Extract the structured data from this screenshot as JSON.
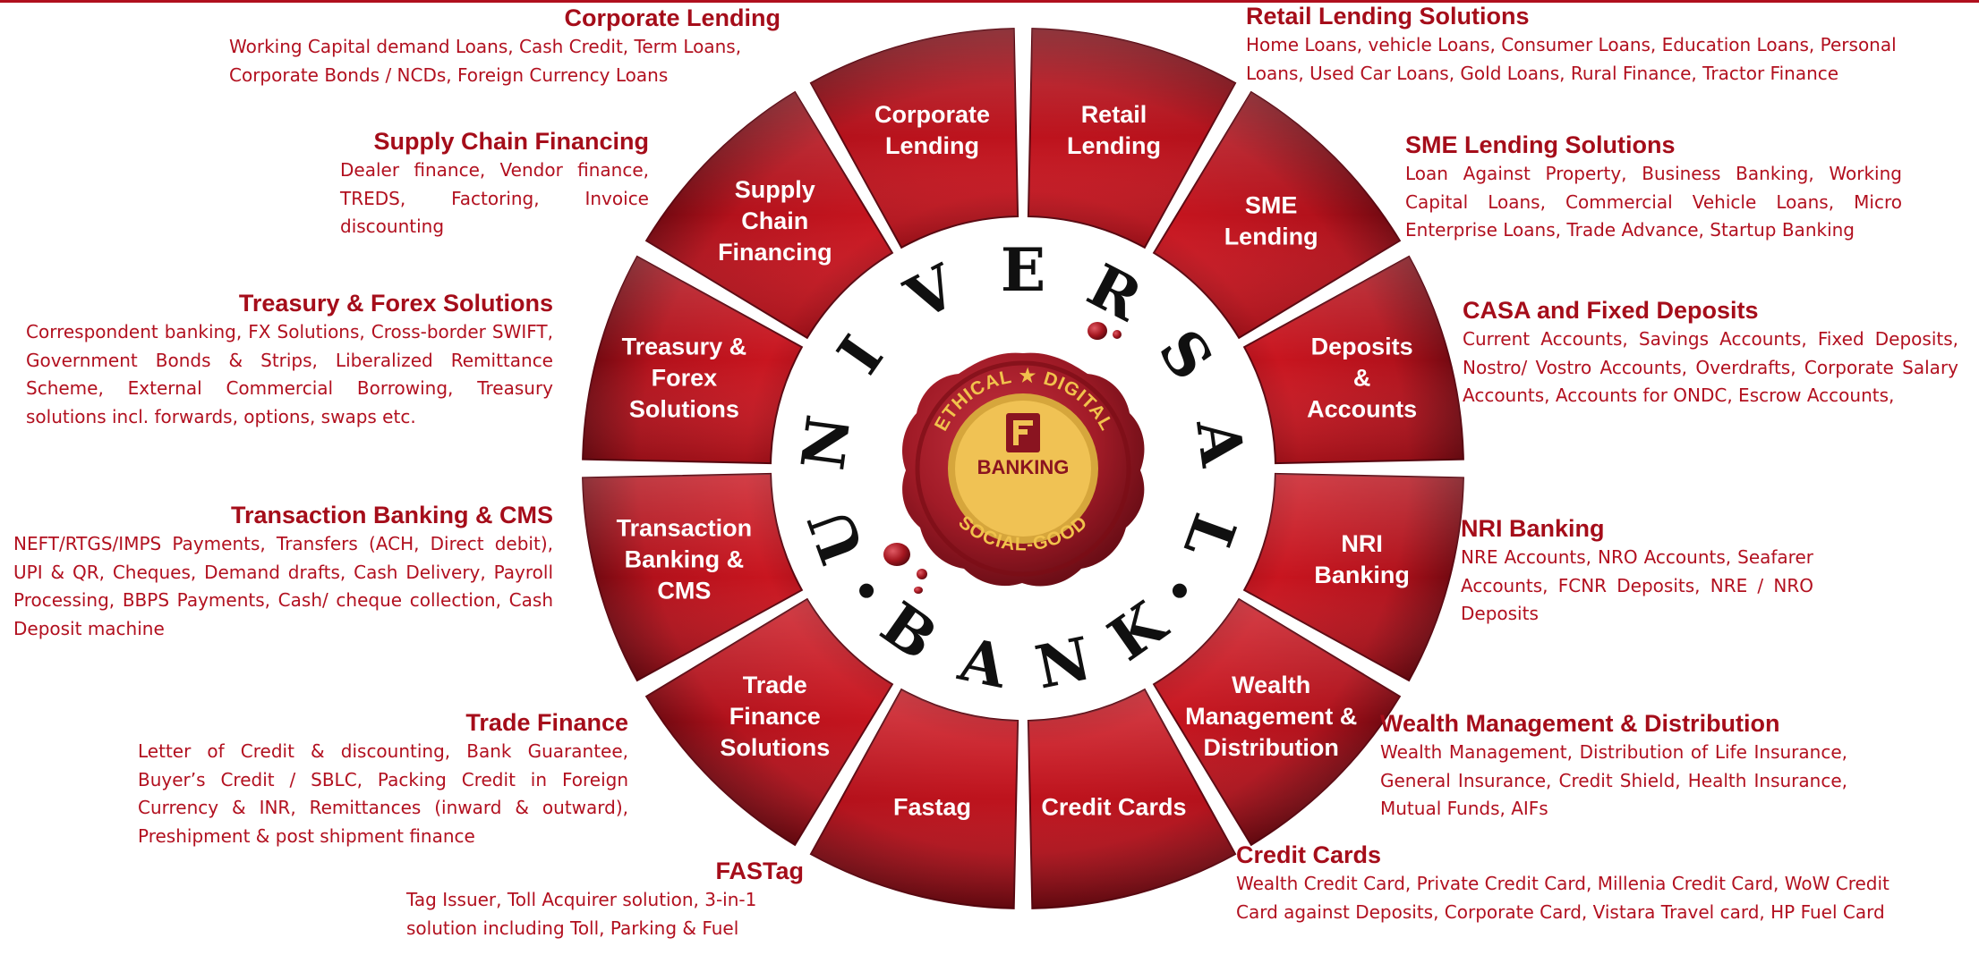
{
  "wheel": {
    "ring_word": "UNIVERSAL",
    "inner_word": "BANK",
    "segments": [
      "Retail\nLending",
      "SME\nLending",
      "Deposits\n&\nAccounts",
      "NRI\nBanking",
      "Wealth\nManagement &\nDistribution",
      "Credit Cards",
      "Fastag",
      "Trade\nFinance\nSolutions",
      "Transaction\nBanking &\nCMS",
      "Treasury &\nForex\nSolutions",
      "Supply\nChain\nFinancing",
      "Corporate\nLending"
    ],
    "seal": {
      "arc_top": "ETHICAL ★ DIGITAL",
      "arc_bottom": "SOCIAL-GOOD",
      "center": "BANKING"
    }
  },
  "descriptions": {
    "corporate_lending": {
      "title": "Corporate Lending",
      "body": "Working Capital demand Loans, Cash Credit, Term Loans, Corporate Bonds / NCDs, Foreign Currency Loans"
    },
    "retail_lending": {
      "title": "Retail Lending Solutions",
      "body": "Home Loans, vehicle Loans, Consumer Loans, Education Loans, Personal Loans, Used Car Loans, Gold Loans, Rural Finance, Tractor Finance"
    },
    "supply_chain": {
      "title": "Supply Chain Financing",
      "body": "Dealer finance, Vendor finance, TREDS, Factoring, Invoice discounting"
    },
    "sme_lending": {
      "title": "SME Lending Solutions",
      "body": "Loan Against Property, Business Banking, Working Capital Loans, Commercial Vehicle Loans, Micro Enterprise Loans, Trade Advance, Startup Banking"
    },
    "treasury_forex": {
      "title": "Treasury & Forex Solutions",
      "body": "Correspondent banking, FX Solutions, Cross-border SWIFT, Government Bonds & Strips, Liberalized Remittance Scheme, External Commercial Borrowing, Treasury solutions incl. forwards, options, swaps etc."
    },
    "casa_fd": {
      "title": "CASA and Fixed Deposits",
      "body": "Current Accounts, Savings Accounts, Fixed Deposits, Nostro/ Vostro Accounts, Overdrafts, Corporate Salary Accounts, Accounts for ONDC, Escrow Accounts,"
    },
    "transaction_banking": {
      "title": "Transaction Banking & CMS",
      "body": "NEFT/RTGS/IMPS Payments, Transfers (ACH, Direct debit), UPI & QR, Cheques, Demand drafts, Cash Delivery, Payroll Processing, BBPS Payments, Cash/ cheque collection, Cash Deposit machine"
    },
    "nri_banking": {
      "title": "NRI Banking",
      "body": "NRE Accounts, NRO Accounts, Seafarer Accounts, FCNR Deposits, NRE / NRO Deposits"
    },
    "trade_finance": {
      "title": "Trade Finance",
      "body": "Letter of Credit & discounting, Bank Guarantee, Buyer’s Credit / SBLC, Packing Credit in Foreign Currency & INR, Remittances (inward & outward), Preshipment & post shipment finance"
    },
    "wealth": {
      "title": "Wealth Management & Distribution",
      "body": "Wealth Management, Distribution of Life Insurance, General Insurance, Credit Shield, Health Insurance, Mutual Funds, AIFs"
    },
    "fastag": {
      "title": "FASTag",
      "body": "Tag Issuer, Toll Acquirer solution, 3-in-1 solution including Toll, Parking & Fuel"
    },
    "credit_cards": {
      "title": "Credit Cards",
      "body": "Wealth Credit Card, Private Credit Card, Millenia Credit Card, WoW Credit Card against Deposits, Corporate Card, Vistara Travel card, HP Fuel Card"
    }
  },
  "colors": {
    "segment_red": "#c0141f",
    "segment_dark": "#7a0a12",
    "text_red": "#b0101e",
    "seal_red": "#9c1a24",
    "seal_gold": "#f1c24c"
  }
}
